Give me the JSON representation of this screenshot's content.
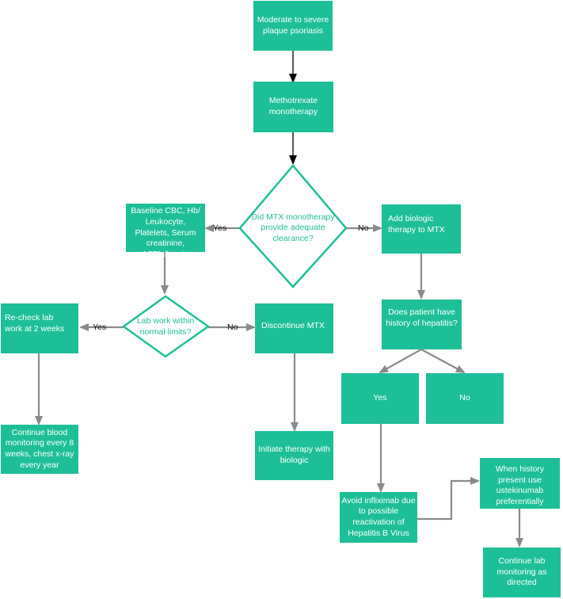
{
  "colors": {
    "node_fill": "#1dbf98",
    "node_text": "#ffffff",
    "decision_stroke": "#1dbf98",
    "connector": "#8a8a8a",
    "arrowhead_top": "#000000"
  },
  "nodes": {
    "start": "Moderate to severe plaque psoriasis",
    "mtx": "Methotrexate monotherapy",
    "decision_clearance": "Did MTX monotherapy provide adequate clearance?",
    "basic_lab": "Basic Lab work: Baseline CBC, Hb/ Leukocyte, Platelets, Serum creatinine, AST/albumin",
    "add_biologic": "Add biologic therapy to MTX",
    "decision_lab": "Lab work within normal limits?",
    "recheck": "Re-check lab work at 2 weeks",
    "discontinue": "Discontinue MTX",
    "hepatitis_q": "Does patient have history of hepatitis?",
    "hep_yes": "Yes",
    "hep_no": "No",
    "continue_blood": "Continue blood monitoring every 8 weeks, chest x-ray every year",
    "initiate_biologic": "Initiate therapy with biologic",
    "avoid_infliximab": "Avoid infliximab due to possible reactivation of Hepatitis B Virus",
    "ustekinumab": "When history present use ustekinumab preferentially",
    "continue_lab": "Continue lab monitoring as directed"
  },
  "edge_labels": {
    "clearance_yes": "Yes",
    "clearance_no": "No",
    "lab_yes": "Yes",
    "lab_no": "No"
  }
}
